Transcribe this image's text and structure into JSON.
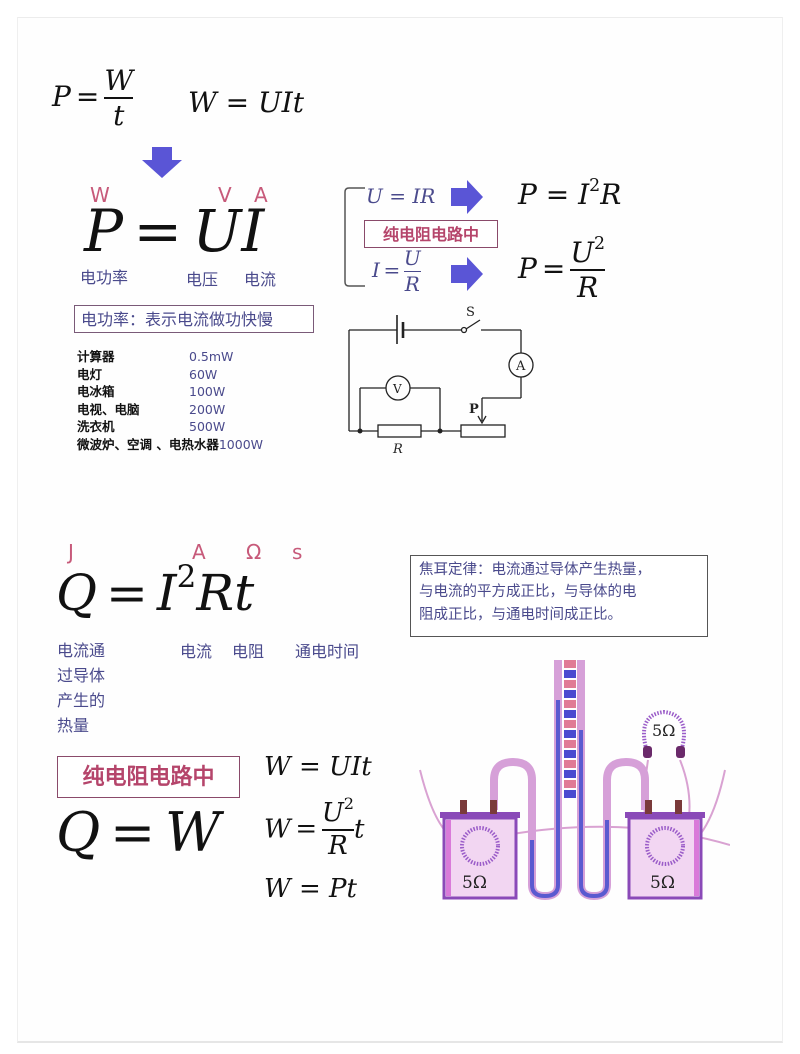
{
  "section_power": {
    "top_formula_1": {
      "lhs": "P",
      "num": "W",
      "den": "t"
    },
    "top_formula_2": "W = UIt",
    "main_formula": {
      "P": "P",
      "U": "U",
      "I": "I"
    },
    "units": {
      "P": "W",
      "U": "V",
      "I": "A"
    },
    "labels": {
      "P": "电功率",
      "U": "电压",
      "I": "电流"
    },
    "definition": "电功率：表示电流做功快慢",
    "appliances": [
      {
        "name": "计算器",
        "power": "0.5mW"
      },
      {
        "name": "电灯",
        "power": "60W"
      },
      {
        "name": "电冰箱",
        "power": "100W"
      },
      {
        "name": "电视、电脑",
        "power": "200W"
      },
      {
        "name": "洗衣机",
        "power": "500W"
      },
      {
        "name": "微波炉、空调 、电热水器",
        "power": "1000W"
      }
    ],
    "ohm_law": {
      "u_eq": "U = IR",
      "i_lhs": "I",
      "i_num": "U",
      "i_den": "R"
    },
    "pure_resistance_label": "纯电阻电路中",
    "derived": {
      "p1": "P = I",
      "p1_sup": "2",
      "p1_tail": "R",
      "p2_lhs": "P",
      "p2_num": "U",
      "p2_sup": "2",
      "p2_den": "R"
    },
    "circuit": {
      "switch": "S",
      "ammeter": "A",
      "voltmeter": "V",
      "slider": "P",
      "resistor": "R"
    },
    "arrow_color": "#5a55d6"
  },
  "section_heat": {
    "formula": {
      "Q": "Q",
      "I": "I",
      "sup": "2",
      "R": "R",
      "t": "t"
    },
    "units": {
      "Q": "J",
      "I": "A",
      "R": "Ω",
      "t": "s"
    },
    "labels": {
      "Q": [
        "电流通",
        "过导体",
        "产生的",
        "热量"
      ],
      "I": "电流",
      "R": "电阻",
      "t": "通电时间"
    },
    "joule_law": [
      "焦耳定律：电流通过导体产生热量，",
      "与电流的平方成正比，与导体的电",
      "阻成正比，与通电时间成正比。"
    ],
    "pure_resistance_label": "纯电阻电路中",
    "qw": {
      "Q": "Q",
      "W": "W"
    },
    "w_formulas": {
      "f1": "W = UIt",
      "f2_lhs": "W",
      "f2_num": "U",
      "f2_sup": "2",
      "f2_den": "R",
      "f2_tail": "t",
      "f3": "W = Pt"
    },
    "apparatus": {
      "left_resistor": "5Ω",
      "right_resistor": "5Ω",
      "parallel_resistor": "5Ω"
    }
  },
  "colors": {
    "unit_pink": "#c75a7a",
    "label_blue": "#4a4a8c",
    "box_pink": "#b5456b",
    "apparatus_purple": "#9a5cc8",
    "liquid_blue": "#5a5ad0"
  }
}
